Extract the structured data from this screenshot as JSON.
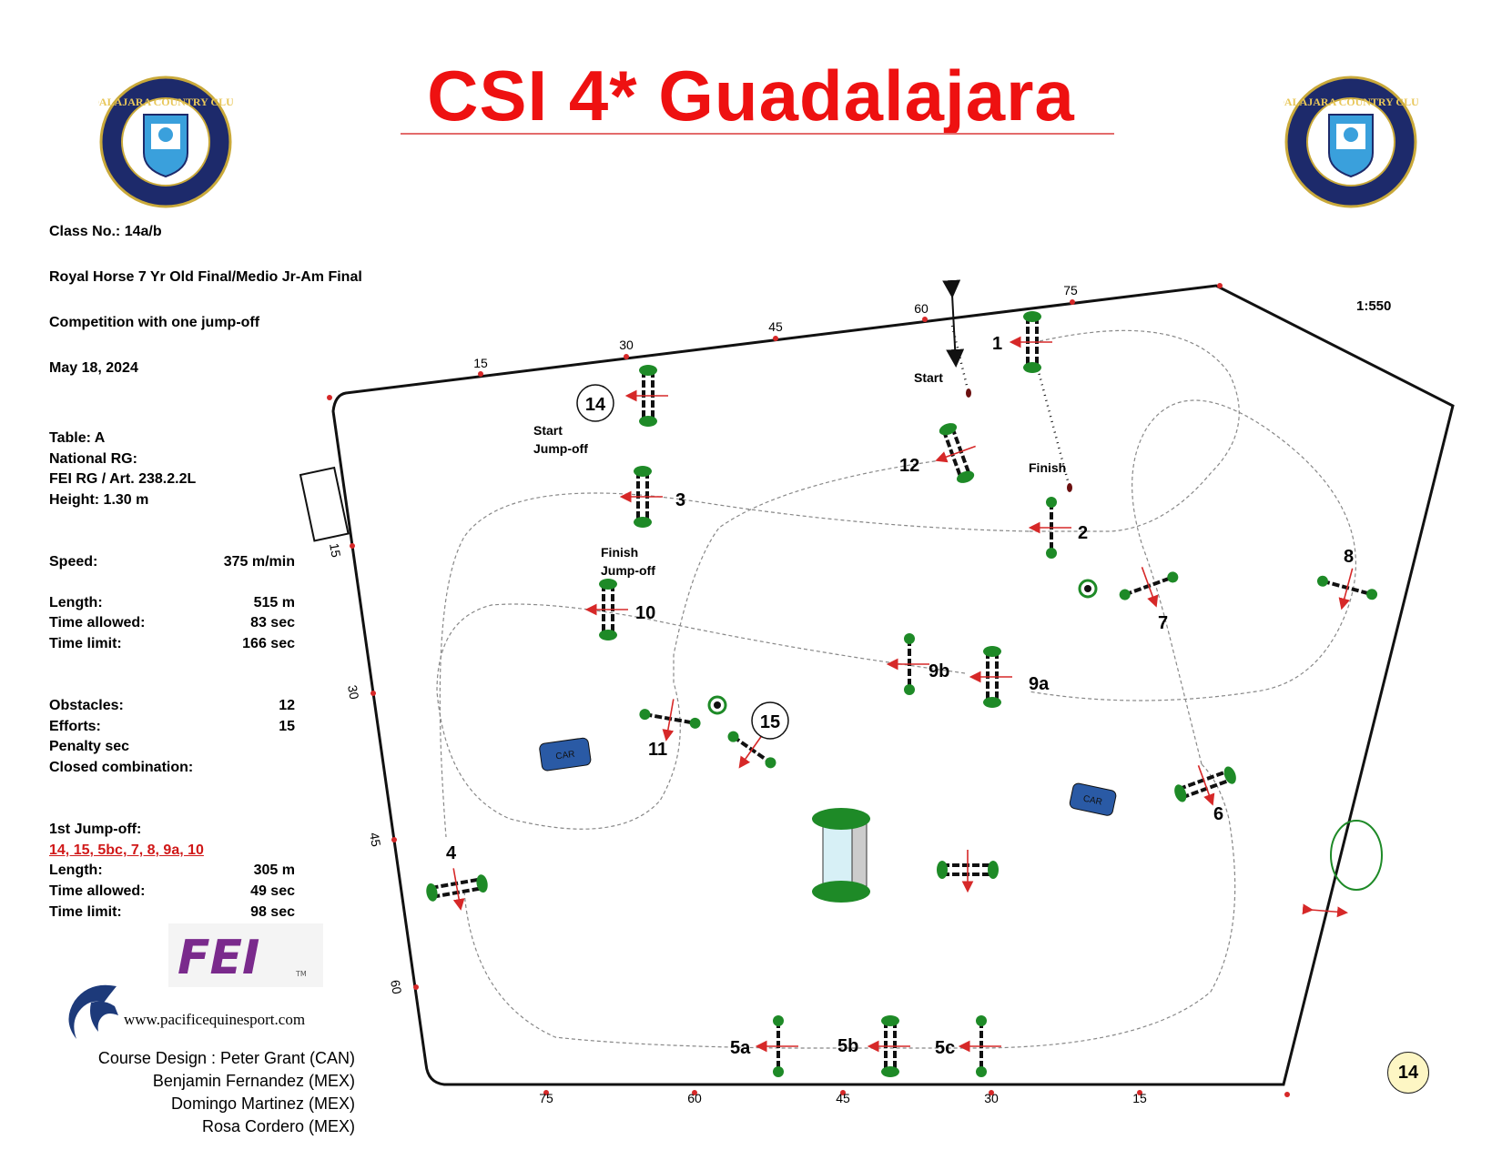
{
  "header": {
    "title": "CSI 4* Guadalajara",
    "club_logo_text": "GUADALAJARA COUNTRY CLUB A.C."
  },
  "class_info": {
    "class_no": "Class No.: 14a/b",
    "class_name": "Royal Horse 7 Yr Old Final/Medio Jr-Am Final",
    "competition": "Competition with one jump-off",
    "date": "May 18, 2024",
    "table": "Table: A",
    "national_rg": "National RG:",
    "fei_rg": "FEI RG / Art. 238.2.2L",
    "height": "Height: 1.30  m"
  },
  "stats": {
    "speed_label": "Speed:",
    "speed_value": "375  m/min",
    "length_label": "Length:",
    "length_value": "515    m",
    "time_allowed_label": "Time allowed:",
    "time_allowed_value": "83  sec",
    "time_limit_label": "Time limit:",
    "time_limit_value": "166  sec",
    "obstacles_label": "Obstacles:",
    "obstacles_value": "12",
    "efforts_label": "Efforts:",
    "efforts_value": "15",
    "penalty_label": "Penalty sec",
    "closed_label": "Closed combination:"
  },
  "jumpoff": {
    "heading": "1st Jump-off:",
    "sequence": "14, 15, 5bc, 7, 8, 9a, 10",
    "length_label": "Length:",
    "length_value": "305    m",
    "time_allowed_label": "Time allowed:",
    "time_allowed_value": "49  sec",
    "time_limit_label": "Time limit:",
    "time_limit_value": "98  sec"
  },
  "sponsors": {
    "fei_logo": "FEI",
    "fei_tm": "TM",
    "website": "www.pacificequinesport.com"
  },
  "designers": [
    "Course Design : Peter Grant (CAN)",
    "Benjamin Fernandez (MEX)",
    "Domingo Martinez (MEX)",
    "Rosa Cordero (MEX)"
  ],
  "course": {
    "scale": "1:550",
    "class_badge": "14",
    "start_label": "Start",
    "finish_label": "Finish",
    "start_jumpoff_line1": "Start",
    "start_jumpoff_line2": "Jump-off",
    "finish_jumpoff_line1": "Finish",
    "finish_jumpoff_line2": "Jump-off",
    "car_label": "CAR",
    "fences": [
      "1",
      "2",
      "3",
      "4",
      "5a",
      "5b",
      "5c",
      "6",
      "7",
      "8",
      "9a",
      "9b",
      "10",
      "11",
      "12"
    ],
    "jumpoff_fences": [
      "14",
      "15"
    ],
    "top_meters": [
      "15",
      "30",
      "45",
      "60",
      "75"
    ],
    "left_meters": [
      "15",
      "30",
      "45",
      "60"
    ],
    "bottom_meters": [
      "75",
      "60",
      "45",
      "30",
      "15"
    ]
  }
}
